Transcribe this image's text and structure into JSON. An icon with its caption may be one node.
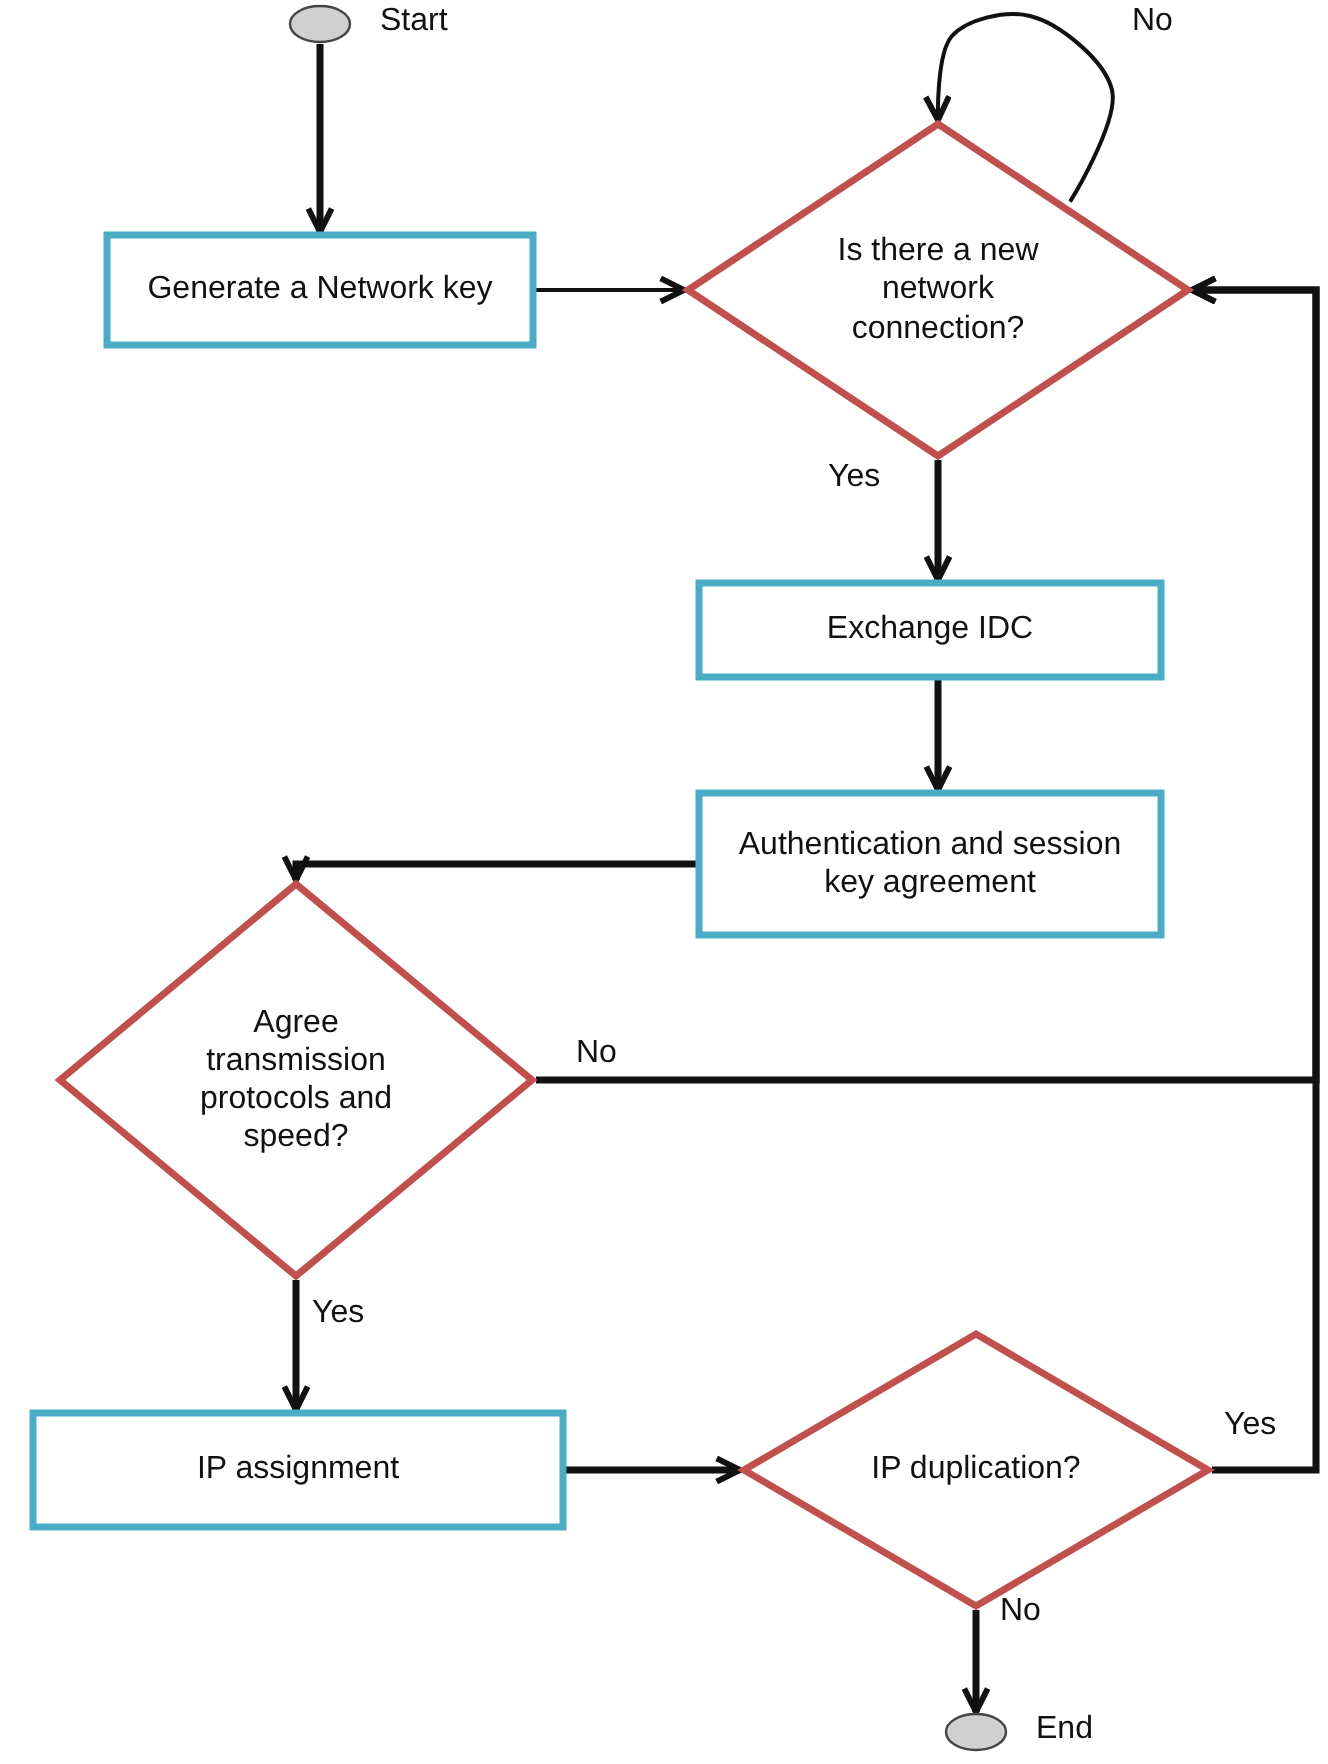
{
  "diagram": {
    "nodes": [
      {
        "text": [],
        "shape": "circle",
        "beside": [
          "Start"
        ]
      },
      {
        "text": [
          "Generate a Network key"
        ]
      },
      {
        "text": [
          "Is there a new network connection?"
        ]
      },
      {
        "text": [
          "Exchange IDC"
        ]
      },
      {
        "text": [
          "Authentication and session key agreement"
        ]
      },
      {
        "text": [
          "Agree transmission protocols and speed?"
        ]
      },
      {
        "text": [
          "IP assignment"
        ]
      },
      {
        "text": [
          "IP duplication?"
        ]
      },
      {
        "text": [],
        "shape": "circle",
        "beside": [
          "End"
        ]
      }
    ],
    "edges": [
      {
        "from": 0,
        "to": 1,
        "arrow": "to"
      },
      {
        "from": 1,
        "to": 2,
        "arrow": "to"
      },
      {
        "from": 2,
        "to": 2,
        "arrow": "to",
        "label": "No"
      },
      {
        "from": 2,
        "to": 3,
        "arrow": "to",
        "label": "Yes"
      },
      {
        "from": 3,
        "to": 4,
        "arrow": "to"
      },
      {
        "from": 4,
        "to": 5,
        "arrow": "to"
      },
      {
        "from": 5,
        "to": 2,
        "arrow": "to",
        "label": "No"
      },
      {
        "from": 5,
        "to": 6,
        "arrow": "to",
        "label": "Yes"
      },
      {
        "from": 6,
        "to": 7,
        "arrow": "to"
      },
      {
        "from": 7,
        "to": 2,
        "arrow": "to",
        "label": "Yes"
      },
      {
        "from": 7,
        "to": 8,
        "arrow": "to",
        "label": "No"
      }
    ]
  }
}
